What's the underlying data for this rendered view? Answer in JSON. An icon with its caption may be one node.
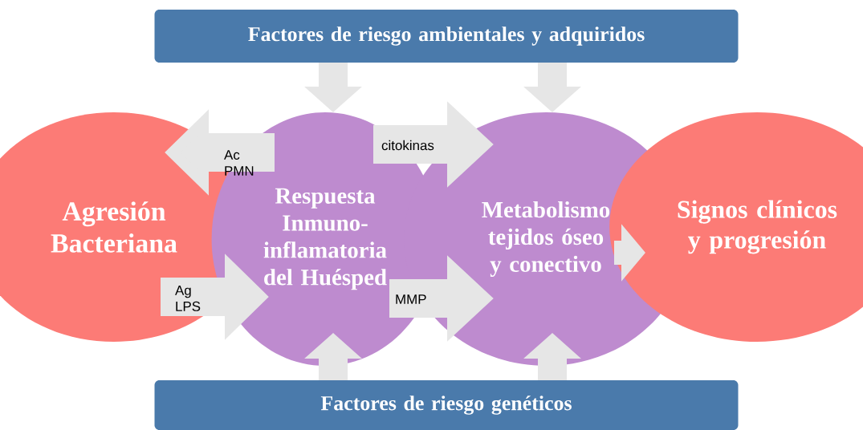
{
  "diagram": {
    "nodes": [
      {
        "text": [
          "Factores de riesgo ambientales y adquiridos"
        ]
      },
      {
        "text": [
          "Agresión Bacteriana"
        ]
      },
      {
        "text": [
          "Respuesta Inmuno-inflamatoria del Huésped"
        ]
      },
      {
        "text": [
          "Metabolismo tejidos óseo y conectivo"
        ]
      },
      {
        "text": [
          "Signos clínicos y progresión"
        ]
      },
      {
        "text": [
          "Factores de riesgo genéticos"
        ]
      }
    ],
    "edges": [
      {
        "from": 0,
        "to": 2,
        "arrow": "to"
      },
      {
        "from": 0,
        "to": 3,
        "arrow": "to"
      },
      {
        "from": 5,
        "to": 2,
        "arrow": "to"
      },
      {
        "from": 5,
        "to": 3,
        "arrow": "to"
      },
      {
        "from": 2,
        "to": 1,
        "arrow": "to",
        "label": "Ac PMN"
      },
      {
        "from": 1,
        "to": 2,
        "arrow": "to",
        "label": "Ag LPS"
      },
      {
        "from": 2,
        "to": 3,
        "arrow": "to",
        "label": "citokinas"
      },
      {
        "from": 2,
        "to": 3,
        "arrow": "to",
        "label": "MMP"
      },
      {
        "from": 3,
        "to": 4,
        "arrow": "to"
      }
    ]
  }
}
